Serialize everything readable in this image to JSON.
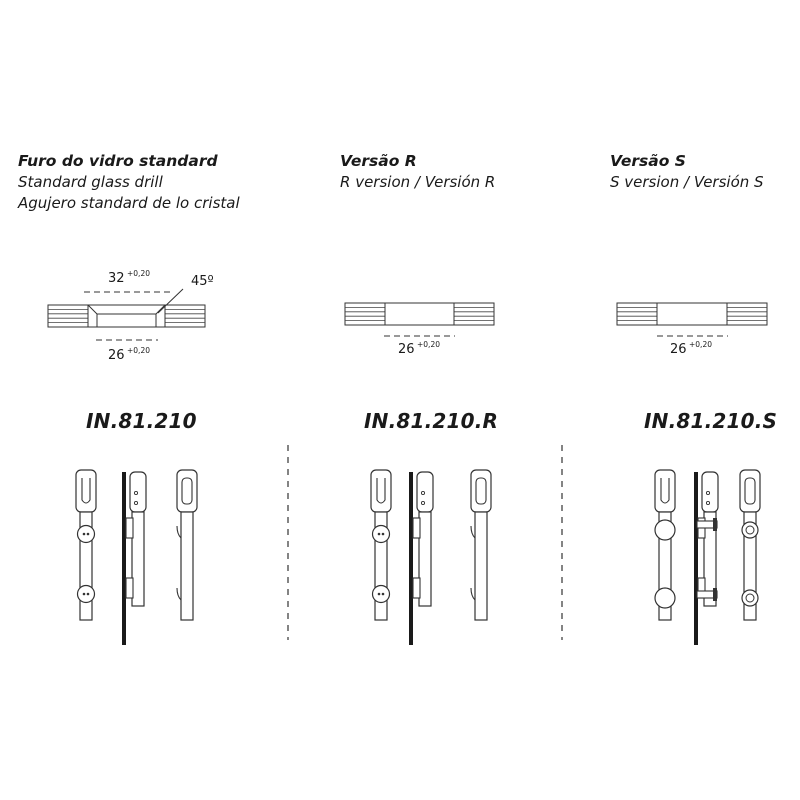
{
  "columns": [
    {
      "title": "Furo do vidro standard",
      "subtitle_1": "Standard glass drill",
      "subtitle_2": "Agujero standard de lo cristal",
      "model": "IN.81.210",
      "dim_top": "32",
      "dim_top_tol": "+0,20",
      "dim_bottom": "26",
      "dim_bottom_tol": "+0,20",
      "angle": "45º"
    },
    {
      "title": "Versão R",
      "subtitle_1": "R version / Versión R",
      "model": "IN.81.210.R",
      "dim_bottom": "26",
      "dim_bottom_tol": "+0,20"
    },
    {
      "title": "Versão S",
      "subtitle_1": "S version / Versión S",
      "model": "IN.81.210.S",
      "dim_bottom": "26",
      "dim_bottom_tol": "+0,20"
    }
  ]
}
